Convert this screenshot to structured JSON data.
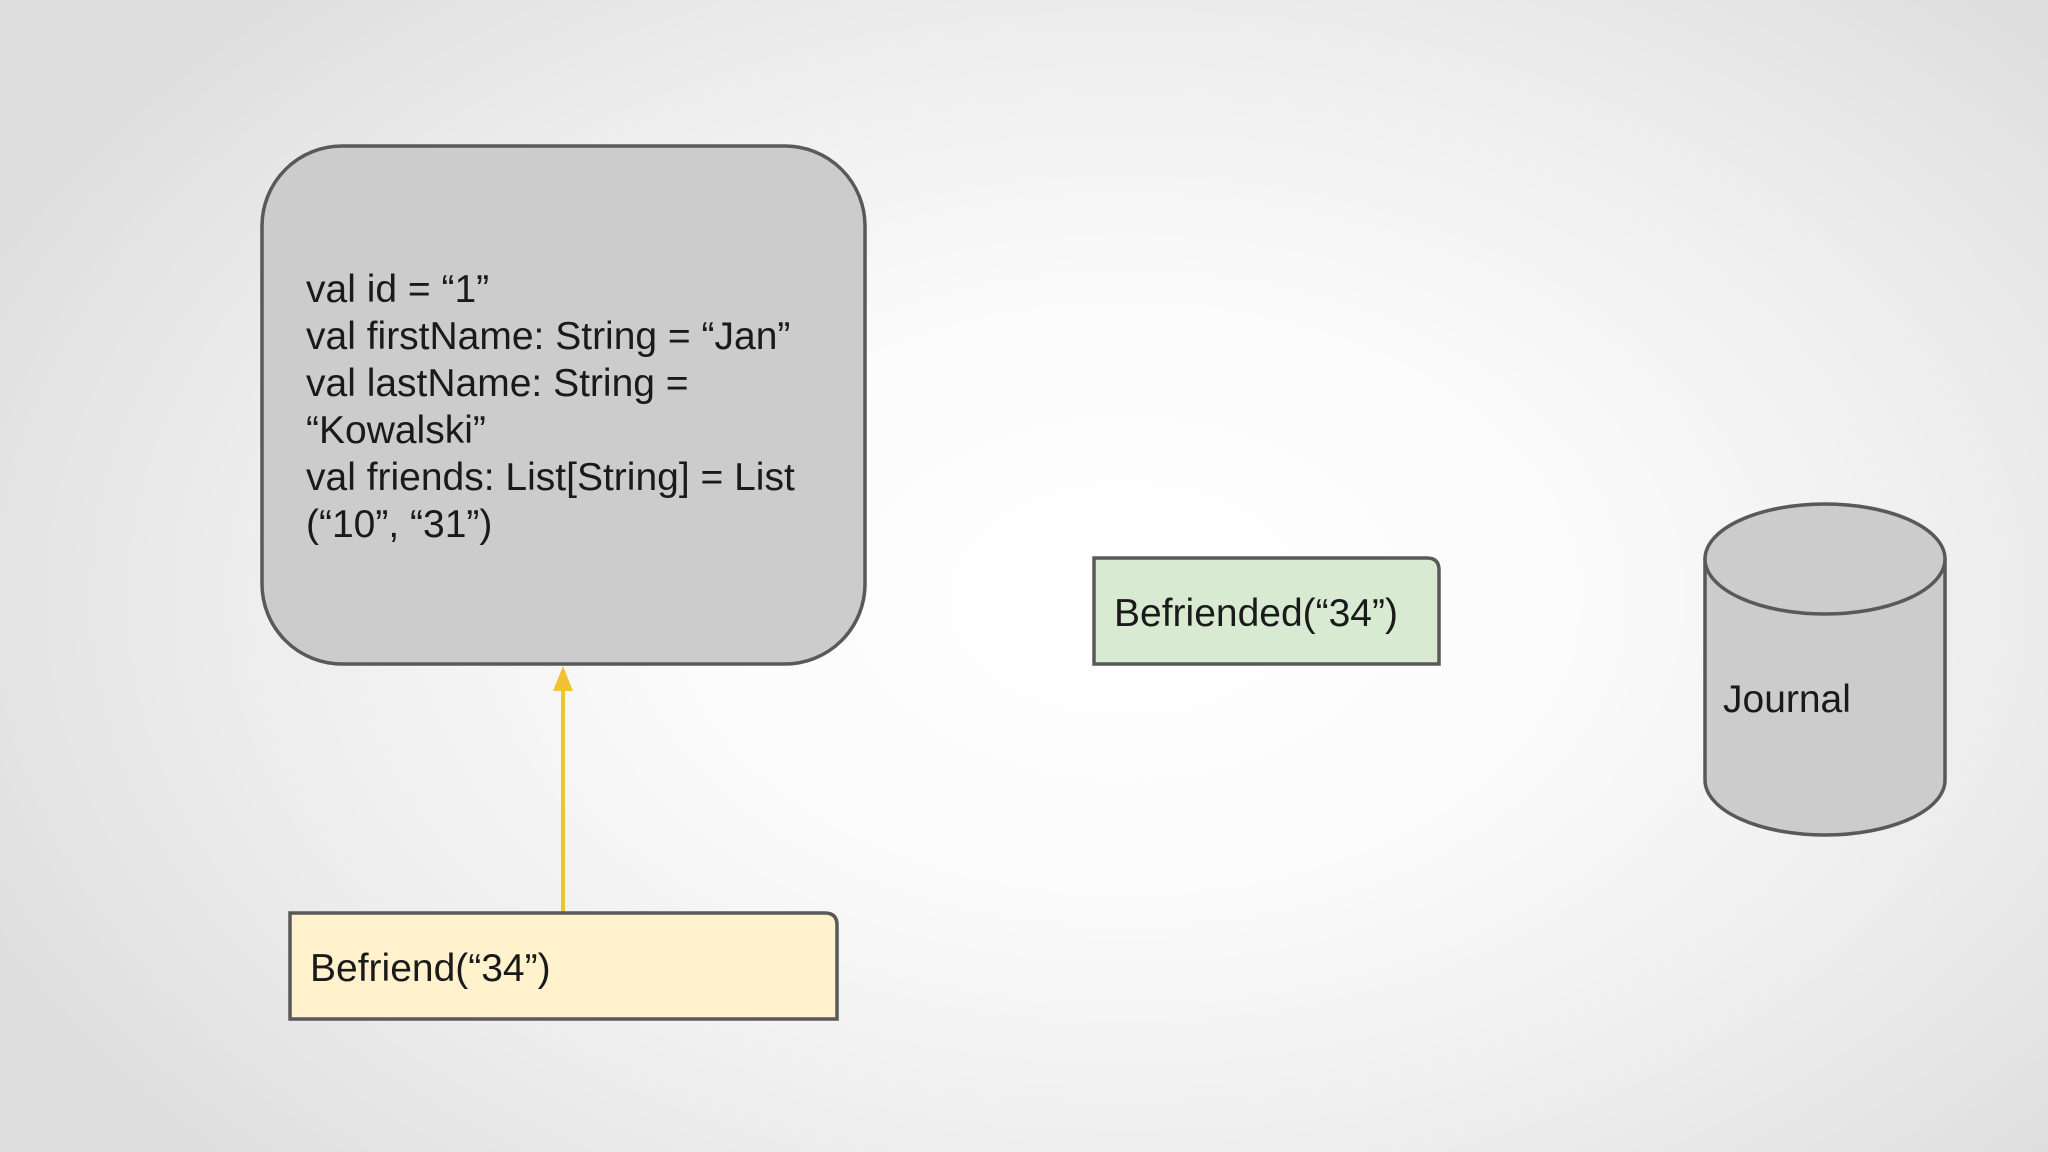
{
  "state_box": {
    "lines": [
      "val id = “1”",
      "val firstName: String = “Jan”",
      "val lastName: String =",
      "“Kowalski”",
      "val friends: List[String] = List",
      "(“10”, “31”)"
    ]
  },
  "command": {
    "label": "Befriend(“34”)"
  },
  "event": {
    "label": "Befriended(“34”)"
  },
  "journal": {
    "label": "Journal"
  },
  "colors": {
    "state_fill": "#cccccc",
    "state_stroke": "#595959",
    "command_fill": "#fff2cc",
    "event_fill": "#d9ead3",
    "journal_fill": "#cccccc",
    "arrow": "#f1c232"
  }
}
